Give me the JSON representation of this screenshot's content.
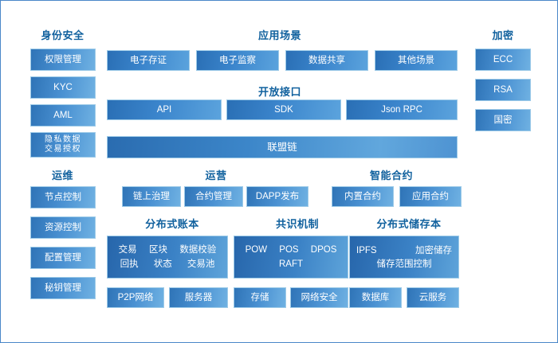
{
  "diagram": {
    "title_identity": "身份安全",
    "title_scenarios": "应用场景",
    "title_encryption": "加密",
    "title_openapi": "开放接口",
    "title_ops": "运维",
    "title_operation": "运营",
    "title_contract": "智能合约",
    "title_ledger": "分布式账本",
    "title_consensus": "共识机制",
    "title_storage": "分布式储存本"
  },
  "identity": {
    "items": [
      {
        "label": "权限管理"
      },
      {
        "label": "KYC"
      },
      {
        "label": "AML"
      }
    ],
    "privacy": {
      "line1": "隐私数据",
      "line2": "交易授权"
    }
  },
  "scenarios": {
    "items": [
      {
        "label": "电子存证"
      },
      {
        "label": "电子监察"
      },
      {
        "label": "数据共享"
      },
      {
        "label": "其他场景"
      }
    ]
  },
  "encryption": {
    "items": [
      {
        "label": "ECC"
      },
      {
        "label": "RSA"
      },
      {
        "label": "国密"
      }
    ]
  },
  "openapi": {
    "items": [
      {
        "label": "API"
      },
      {
        "label": "SDK"
      },
      {
        "label": "Json RPC"
      }
    ]
  },
  "chain": {
    "label": "联盟链"
  },
  "ops": {
    "items": [
      {
        "label": "节点控制"
      },
      {
        "label": "资源控制"
      },
      {
        "label": "配置管理"
      },
      {
        "label": "秘钥管理"
      }
    ]
  },
  "operation": {
    "items": [
      {
        "label": "链上治理"
      },
      {
        "label": "合约管理"
      },
      {
        "label": "DAPP发布"
      }
    ]
  },
  "contract": {
    "items": [
      {
        "label": "内置合约"
      },
      {
        "label": "应用合约"
      }
    ]
  },
  "ledger": {
    "row1": [
      "交易",
      "区块",
      "数据校验"
    ],
    "row2": [
      "回执",
      "状态",
      "交易池"
    ],
    "sub": [
      {
        "label": "P2P网络"
      },
      {
        "label": "服务器"
      }
    ]
  },
  "consensus": {
    "row1": [
      "POW",
      "POS",
      "DPOS"
    ],
    "row2": [
      "RAFT"
    ],
    "sub": [
      {
        "label": "存储"
      },
      {
        "label": "网络安全"
      }
    ]
  },
  "storage": {
    "row1": [
      "IPFS",
      "加密储存"
    ],
    "row2": [
      "储存范围控制"
    ],
    "sub": [
      {
        "label": "数据库"
      },
      {
        "label": "云服务"
      }
    ]
  },
  "colors": {
    "accent": "#11619e",
    "box_dark": "#2a6fb5",
    "box_light": "#5ba3dd",
    "border": "#4a87c8"
  }
}
